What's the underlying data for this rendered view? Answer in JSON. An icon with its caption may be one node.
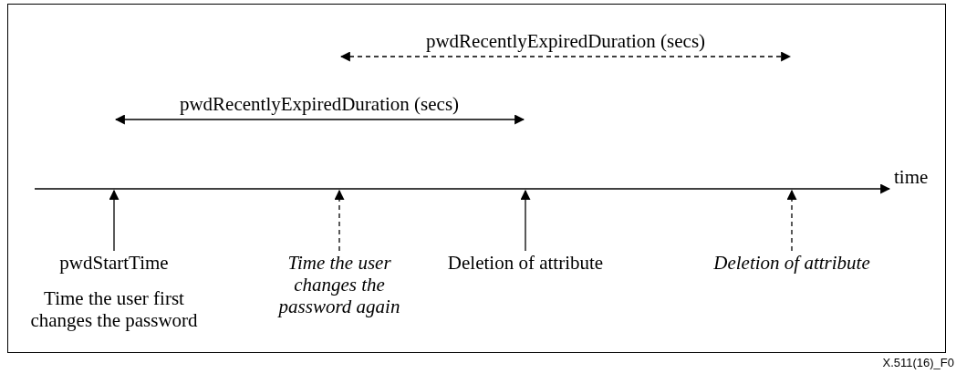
{
  "diagram": {
    "caption": "X.511(16)_F0",
    "nodes": [
      {
        "text": [
          "pwdStartTime",
          "Time the user first changes the password"
        ]
      },
      {
        "text": [
          "Time the user changes the password again"
        ]
      },
      {
        "text": [
          "Deletion of attribute"
        ]
      },
      {
        "text": [
          "Deletion of attribute"
        ]
      }
    ],
    "edges": [
      {
        "from": 0,
        "to": null,
        "arrow": "to"
      },
      {
        "from": 1,
        "to": null,
        "arrow": "to",
        "style": "dashed"
      },
      {
        "from": 2,
        "to": null,
        "arrow": "to"
      },
      {
        "from": 3,
        "to": null,
        "arrow": "to",
        "style": "dashed"
      }
    ],
    "labels": [
      "pwdRecentlyExpiredDuration (secs)",
      "pwdRecentlyExpiredDuration (secs)",
      "time"
    ]
  }
}
